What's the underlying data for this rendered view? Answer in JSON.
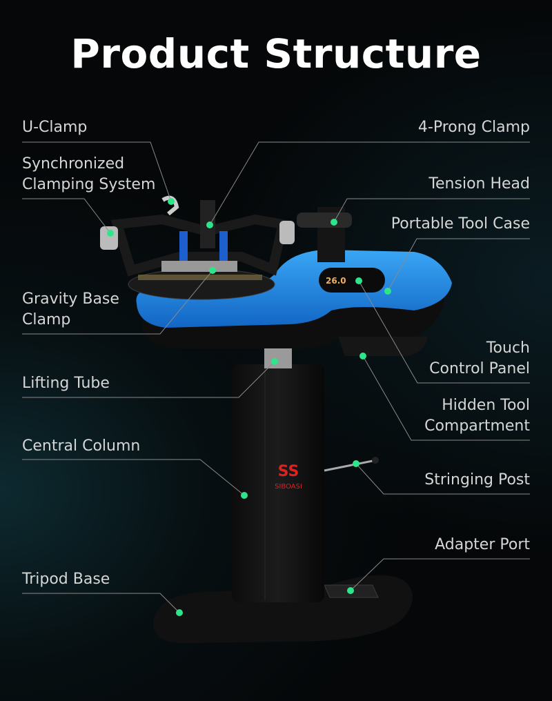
{
  "title": "Product Structure",
  "colors": {
    "marker": "#2ee58a",
    "leader_line": "#8a8a8a",
    "accent_blue": "#1f8ee6",
    "text": "#d6d6d6"
  },
  "product": {
    "display_value": "26.0",
    "brand": "SIBOASI"
  },
  "labels_left": [
    {
      "line1": "U-Clamp",
      "line2": ""
    },
    {
      "line1": "Synchronized",
      "line2": "Clamping System"
    },
    {
      "line1": "Gravity Base",
      "line2": "Clamp"
    },
    {
      "line1": "Lifting Tube",
      "line2": ""
    },
    {
      "line1": "Central Column",
      "line2": ""
    },
    {
      "line1": "Tripod Base",
      "line2": ""
    }
  ],
  "labels_right": [
    {
      "line1": "4-Prong Clamp",
      "line2": ""
    },
    {
      "line1": "Tension Head",
      "line2": ""
    },
    {
      "line1": "Portable Tool Case",
      "line2": ""
    },
    {
      "line1": "Touch",
      "line2": "Control Panel"
    },
    {
      "line1": "Hidden Tool",
      "line2": "Compartment"
    },
    {
      "line1": "Stringing Post",
      "line2": ""
    },
    {
      "line1": "Adapter Port",
      "line2": ""
    }
  ]
}
